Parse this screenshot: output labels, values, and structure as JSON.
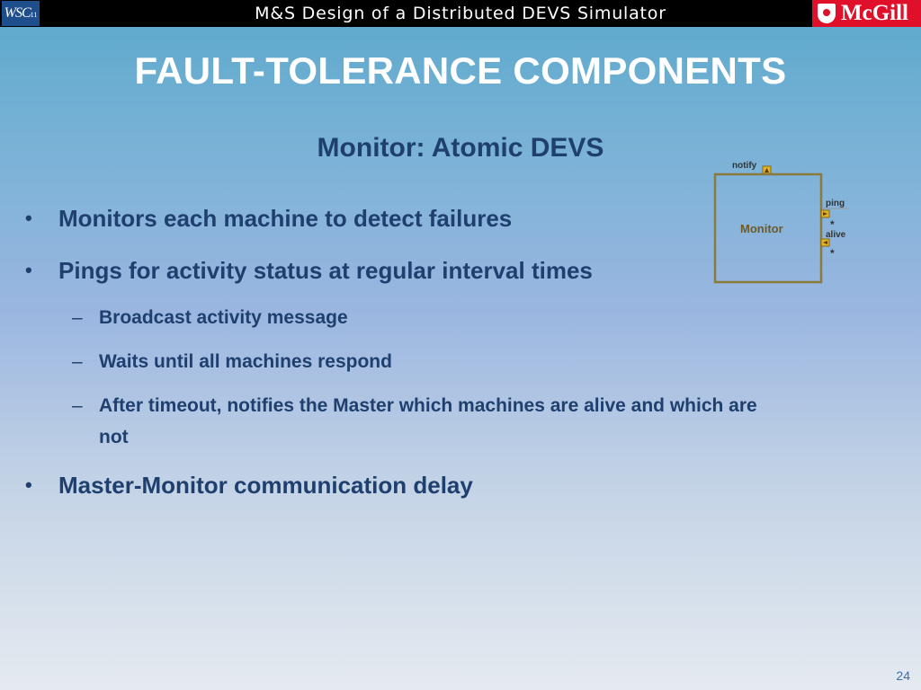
{
  "header": {
    "title": "M&S Design of a Distributed DEVS Simulator",
    "left_logo_text": "WSC",
    "left_logo_sub": "11",
    "right_logo_text": "McGill"
  },
  "slide": {
    "title": "FAULT-TOLERANCE COMPONENTS",
    "subtitle": "Monitor: Atomic DEVS",
    "bullets": [
      "Monitors each machine to detect failures",
      "Pings for activity status at regular interval times",
      "Master-Monitor communication delay"
    ],
    "sub_bullets": [
      "Broadcast activity message",
      "Waits until all machines respond",
      "After timeout, notifies the Master which machines are alive and which are",
      "not"
    ],
    "bullet_symbol": "•",
    "sub_symbol": "–",
    "page_number": "24"
  },
  "diagram": {
    "block_label": "Monitor",
    "input_port": "notify",
    "output_ports": [
      "ping",
      "alive"
    ],
    "port_multiplicity": "*",
    "block_border_color": "#8a7a3e",
    "port_color": "#e3b12a"
  },
  "colors": {
    "title": "#ffffff",
    "text": "#1f3f6e",
    "topbar": "#000000",
    "mcgill_red": "#e0102a"
  }
}
